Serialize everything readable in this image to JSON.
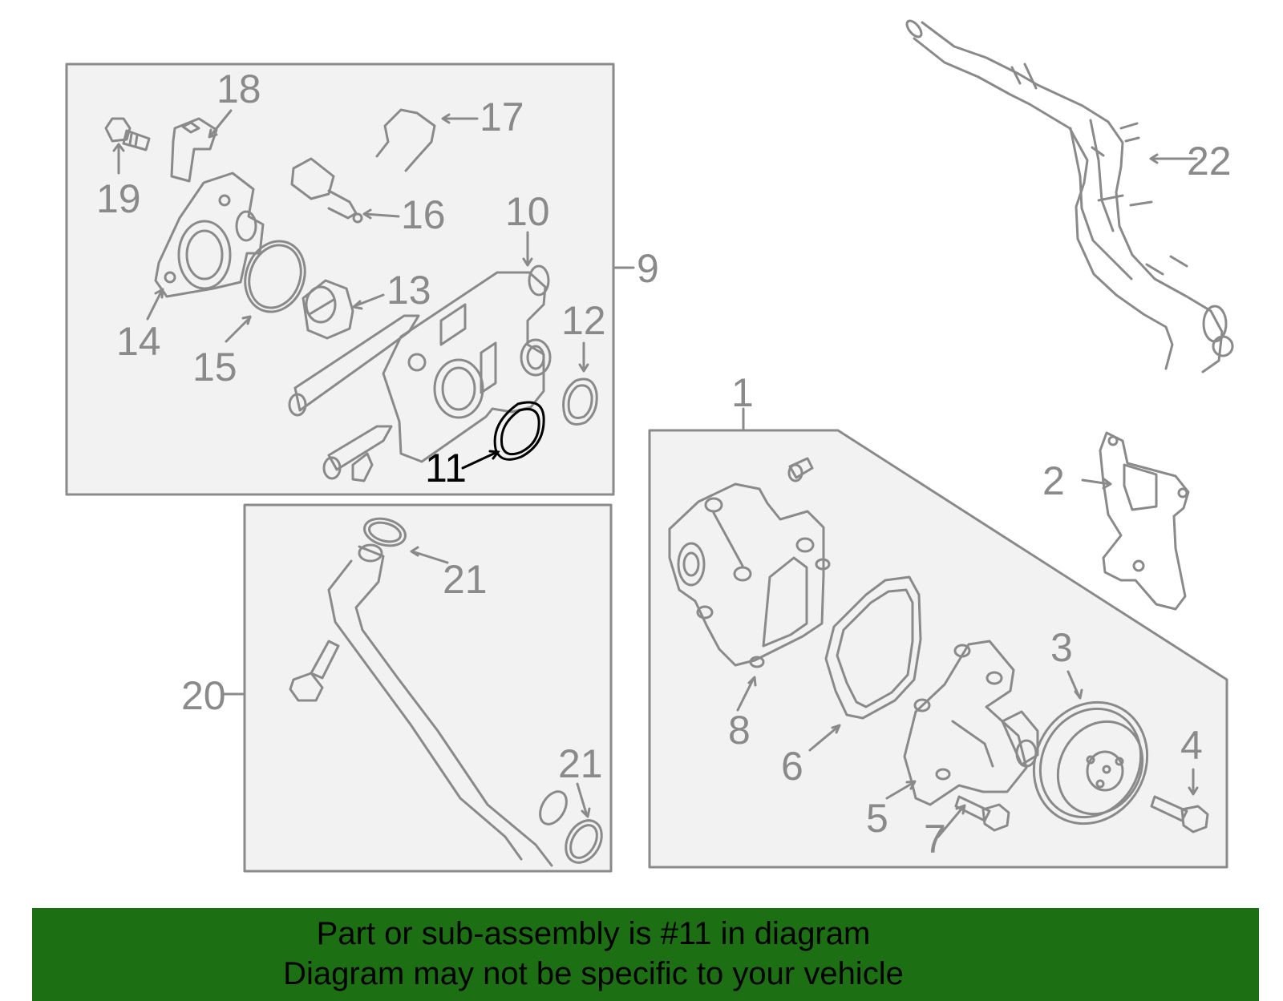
{
  "colors": {
    "line": "#8a8a8a",
    "highlight": "#000000",
    "banner_bg": "#1d6f14",
    "panel_bg": "#f2f2f2"
  },
  "callouts": {
    "c1": "1",
    "c2": "2",
    "c3": "3",
    "c4": "4",
    "c5": "5",
    "c6": "6",
    "c7": "7",
    "c8": "8",
    "c9": "9",
    "c10": "10",
    "c11": "11",
    "c12": "12",
    "c13": "13",
    "c14": "14",
    "c15": "15",
    "c16": "16",
    "c17": "17",
    "c18": "18",
    "c19": "19",
    "c20": "20",
    "c21a": "21",
    "c21b": "21",
    "c22": "22"
  },
  "highlighted_part": "11",
  "banner": {
    "line1": "Part or sub-assembly is #11 in diagram",
    "line2": "Diagram may not be specific to your vehicle"
  }
}
